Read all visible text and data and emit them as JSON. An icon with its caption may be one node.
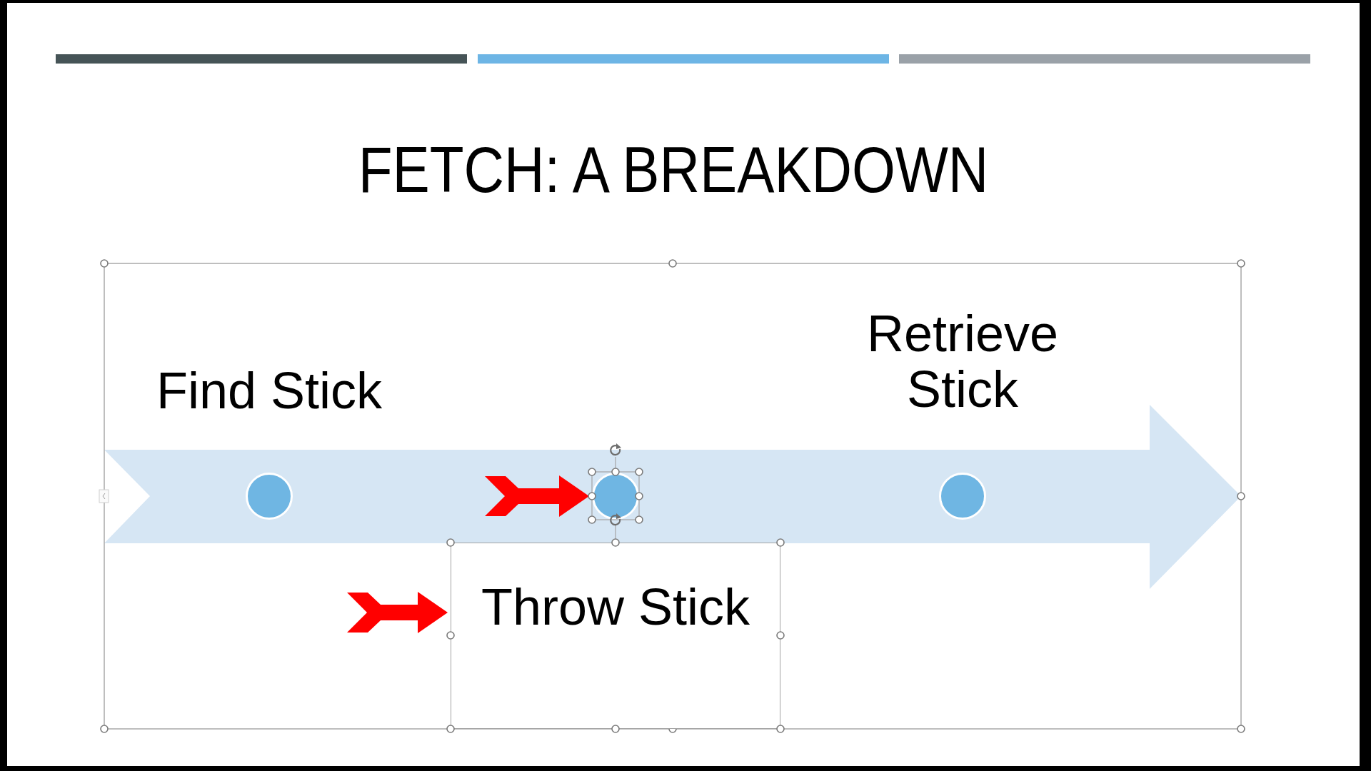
{
  "diagram": {
    "title": "FETCH: A BREAKDOWN",
    "nodes": [
      {
        "text": [],
        "shape": "circle",
        "beside": [
          "Find Stick"
        ]
      },
      {
        "text": [],
        "shape": "circle"
      },
      {
        "text": [],
        "shape": "circle",
        "beside": [
          "Retrieve Stick"
        ]
      },
      {
        "text": [
          "Throw Stick"
        ]
      }
    ],
    "edges": [
      {
        "from": null,
        "to": 1,
        "arrow": "to"
      },
      {
        "from": null,
        "to": 3,
        "arrow": "to"
      }
    ]
  }
}
